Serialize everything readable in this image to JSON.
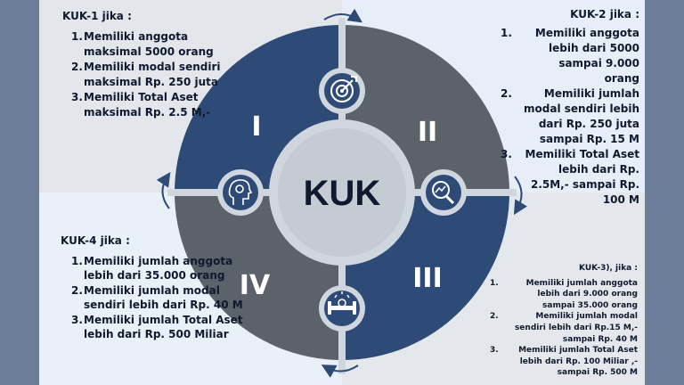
{
  "center_label": "KUK",
  "quadrant_labels": [
    "I",
    "II",
    "III",
    "IV"
  ],
  "icons": [
    "target-icon",
    "search-analytics-icon",
    "strength-icon",
    "head-gear-icon"
  ],
  "colors": {
    "navy": "#2e4a77",
    "gray": "#5b626a",
    "ring": "#cfd6dd",
    "center": "#c4cbd2",
    "text": "#0f1a2e"
  },
  "kuk1": {
    "heading": "KUK-1 jika :",
    "items": [
      {
        "num": "1.",
        "text": "Memiliki anggota maksimal 5000 orang"
      },
      {
        "num": "2.",
        "text": "Memiliki modal sendiri maksimal Rp. 250 juta"
      },
      {
        "num": "3.",
        "text": "Memiliki Total Aset maksimal Rp. 2.5 M,-"
      }
    ]
  },
  "kuk2": {
    "heading": "KUK-2 jika :",
    "items": [
      {
        "num": "1.",
        "text": "Memiliki anggota lebih dari 5000 sampai 9.000 orang"
      },
      {
        "num": "2.",
        "text": "Memiliki jumlah modal sendiri lebih dari Rp. 250 juta sampai Rp. 15 M"
      },
      {
        "num": "3.",
        "text": "Memiliki Total Aset lebih dari Rp. 2.5M,- sampai Rp. 100 M"
      }
    ]
  },
  "kuk3": {
    "heading": "KUK-3), jika :",
    "items": [
      {
        "num": "1.",
        "text": "Memiliki jumlah anggota lebih dari 9.000 orang sampai 35.000 orang"
      },
      {
        "num": "2.",
        "text": "Memiliki jumlah modal sendiri lebih dari Rp.15 M,- sampai Rp. 40 M"
      },
      {
        "num": "3.",
        "text": "Memiliki jumlah Total Aset lebih dari Rp. 100 Miliar ,- sampai Rp. 500 M"
      }
    ]
  },
  "kuk4": {
    "heading": "KUK-4 jika :",
    "items": [
      {
        "num": "1.",
        "text": "Memiliki jumlah anggota lebih dari 35.000 orang"
      },
      {
        "num": "2.",
        "text": "Memiliki jumlah modal sendiri lebih dari Rp. 40 M"
      },
      {
        "num": "3.",
        "text": "Memiliki jumlah Total Aset lebih dari Rp. 500 Miliar"
      }
    ]
  }
}
